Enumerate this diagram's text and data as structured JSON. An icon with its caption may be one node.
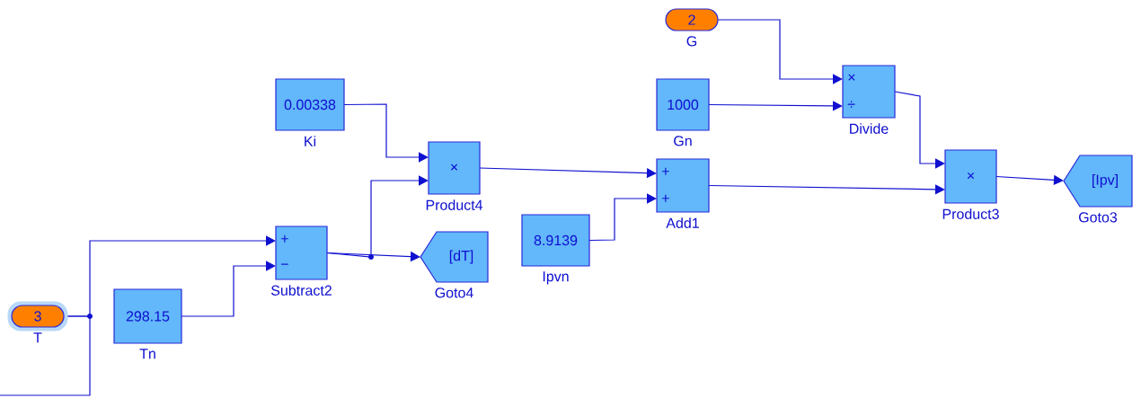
{
  "diagram": {
    "nodes": [
      {
        "text": [
          "3"
        ],
        "beside": [
          "T"
        ]
      },
      {
        "text": [
          "298.15"
        ],
        "beside": [
          "Tn"
        ]
      },
      {
        "text": [
          "+",
          "−"
        ],
        "beside": [
          "Subtract2"
        ]
      },
      {
        "text": [
          "[dT]"
        ],
        "beside": [
          "Goto4"
        ]
      },
      {
        "text": [
          "0.00338"
        ],
        "beside": [
          "Ki"
        ]
      },
      {
        "text": [
          "×"
        ],
        "beside": [
          "Product4"
        ]
      },
      {
        "text": [
          "8.9139"
        ],
        "beside": [
          "Ipvn"
        ]
      },
      {
        "text": [
          "+",
          "+"
        ],
        "beside": [
          "Add1"
        ]
      },
      {
        "text": [
          "2"
        ],
        "beside": [
          "G"
        ]
      },
      {
        "text": [
          "1000"
        ],
        "beside": [
          "Gn"
        ]
      },
      {
        "text": [
          "×",
          "÷"
        ],
        "beside": [
          "Divide"
        ]
      },
      {
        "text": [
          "×"
        ],
        "beside": [
          "Product3"
        ]
      },
      {
        "text": [
          "[Ipv]"
        ],
        "beside": [
          "Goto3"
        ]
      }
    ],
    "edges": [
      {
        "from": 0,
        "to": 2,
        "arrow": "to"
      },
      {
        "from": 0,
        "to": null,
        "arrow": "none"
      },
      {
        "from": 1,
        "to": 2,
        "arrow": "to"
      },
      {
        "from": 2,
        "to": 3,
        "arrow": "to"
      },
      {
        "from": 2,
        "to": 5,
        "arrow": "to"
      },
      {
        "from": 4,
        "to": 5,
        "arrow": "to"
      },
      {
        "from": 5,
        "to": 7,
        "arrow": "to"
      },
      {
        "from": 6,
        "to": 7,
        "arrow": "to"
      },
      {
        "from": 8,
        "to": 10,
        "arrow": "to"
      },
      {
        "from": 9,
        "to": 10,
        "arrow": "to"
      },
      {
        "from": 10,
        "to": 11,
        "arrow": "to"
      },
      {
        "from": 7,
        "to": 11,
        "arrow": "to"
      },
      {
        "from": 11,
        "to": 12,
        "arrow": "to"
      }
    ]
  }
}
